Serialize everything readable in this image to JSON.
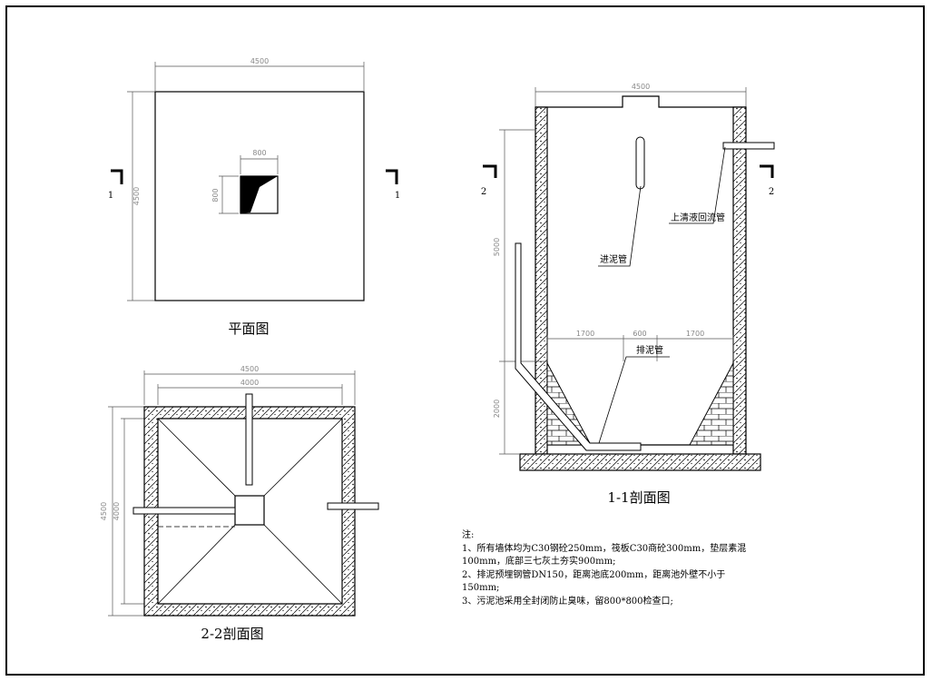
{
  "plan": {
    "title": "平面图",
    "dim_width": "4500",
    "dim_height": "4500",
    "opening_w": "800",
    "opening_h": "800",
    "section_mark": "1"
  },
  "section_22": {
    "title": "2-2剖面图",
    "dim_outer": "4500",
    "dim_inner": "4000"
  },
  "section_11": {
    "title": "1-1剖面图",
    "dim_top": "4500",
    "dim_upper_height": "5000",
    "dim_lower_height": "2000",
    "dim_bottom_left": "1700",
    "dim_bottom_mid": "600",
    "dim_bottom_right": "1700",
    "section_mark": "2",
    "label_overflow": "上清液回流管",
    "label_inlet": "进泥管",
    "label_drain": "排泥管"
  },
  "notes": {
    "heading": "注:",
    "line1": "1、所有墙体均为C30钢砼250mm，筏板C30商砼300mm，垫层素混",
    "line2": "100mm，底部三七灰土夯实900mm;",
    "line3": "2、排泥预埋钢管DN150，距离池底200mm，距离池外壁不小于",
    "line4": "150mm;",
    "line5": "3、污泥池采用全封闭防止臭味，留800*800检查口;"
  }
}
